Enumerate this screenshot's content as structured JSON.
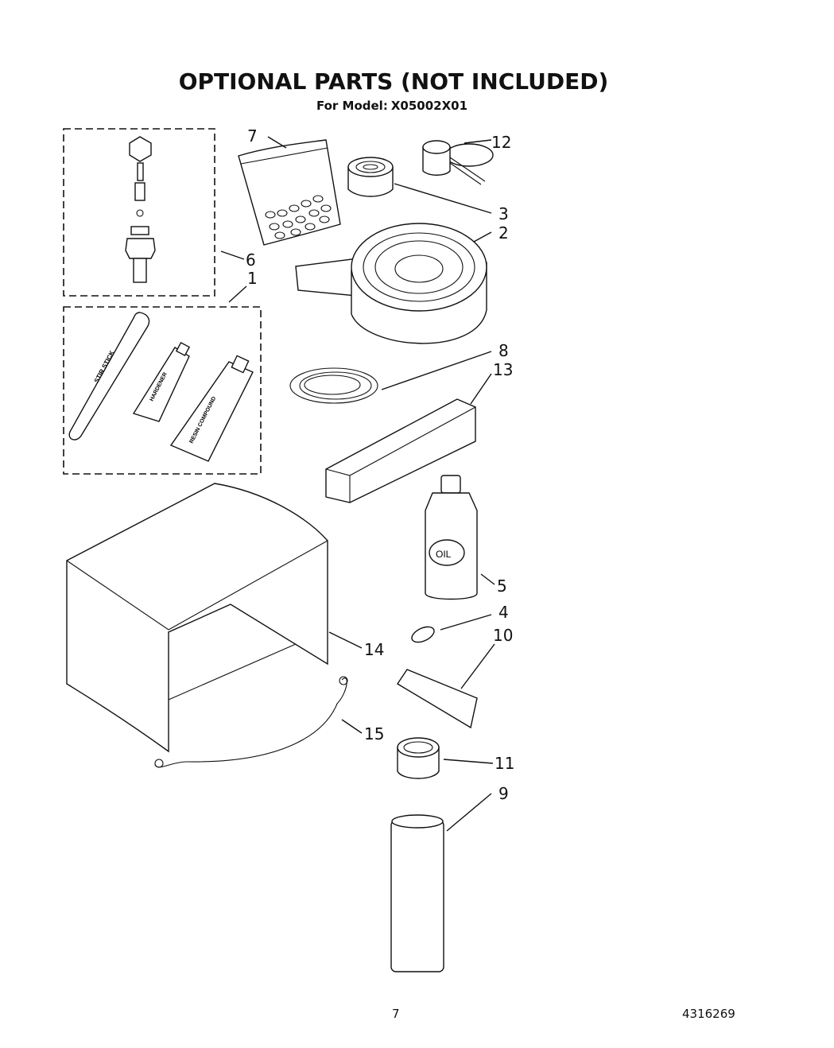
{
  "title": "OPTIONAL PARTS (NOT INCLUDED)",
  "subtitle_label": "For Model:",
  "subtitle_model": "X05002X01",
  "callouts": {
    "c1": "1",
    "c2": "2",
    "c3": "3",
    "c4": "4",
    "c5": "5",
    "c6": "6",
    "c7": "7",
    "c8": "8",
    "c9": "9",
    "c10": "10",
    "c11": "11",
    "c12": "12",
    "c13": "13",
    "c14": "14",
    "c15": "15"
  },
  "part_labels": {
    "stir_stick": "STIR STICK",
    "tube_a": "HARDENER",
    "tube_b": "RESIN COMPOUND",
    "oil": "OIL"
  },
  "footer": {
    "page_number": "7",
    "doc_number": "4316269"
  }
}
